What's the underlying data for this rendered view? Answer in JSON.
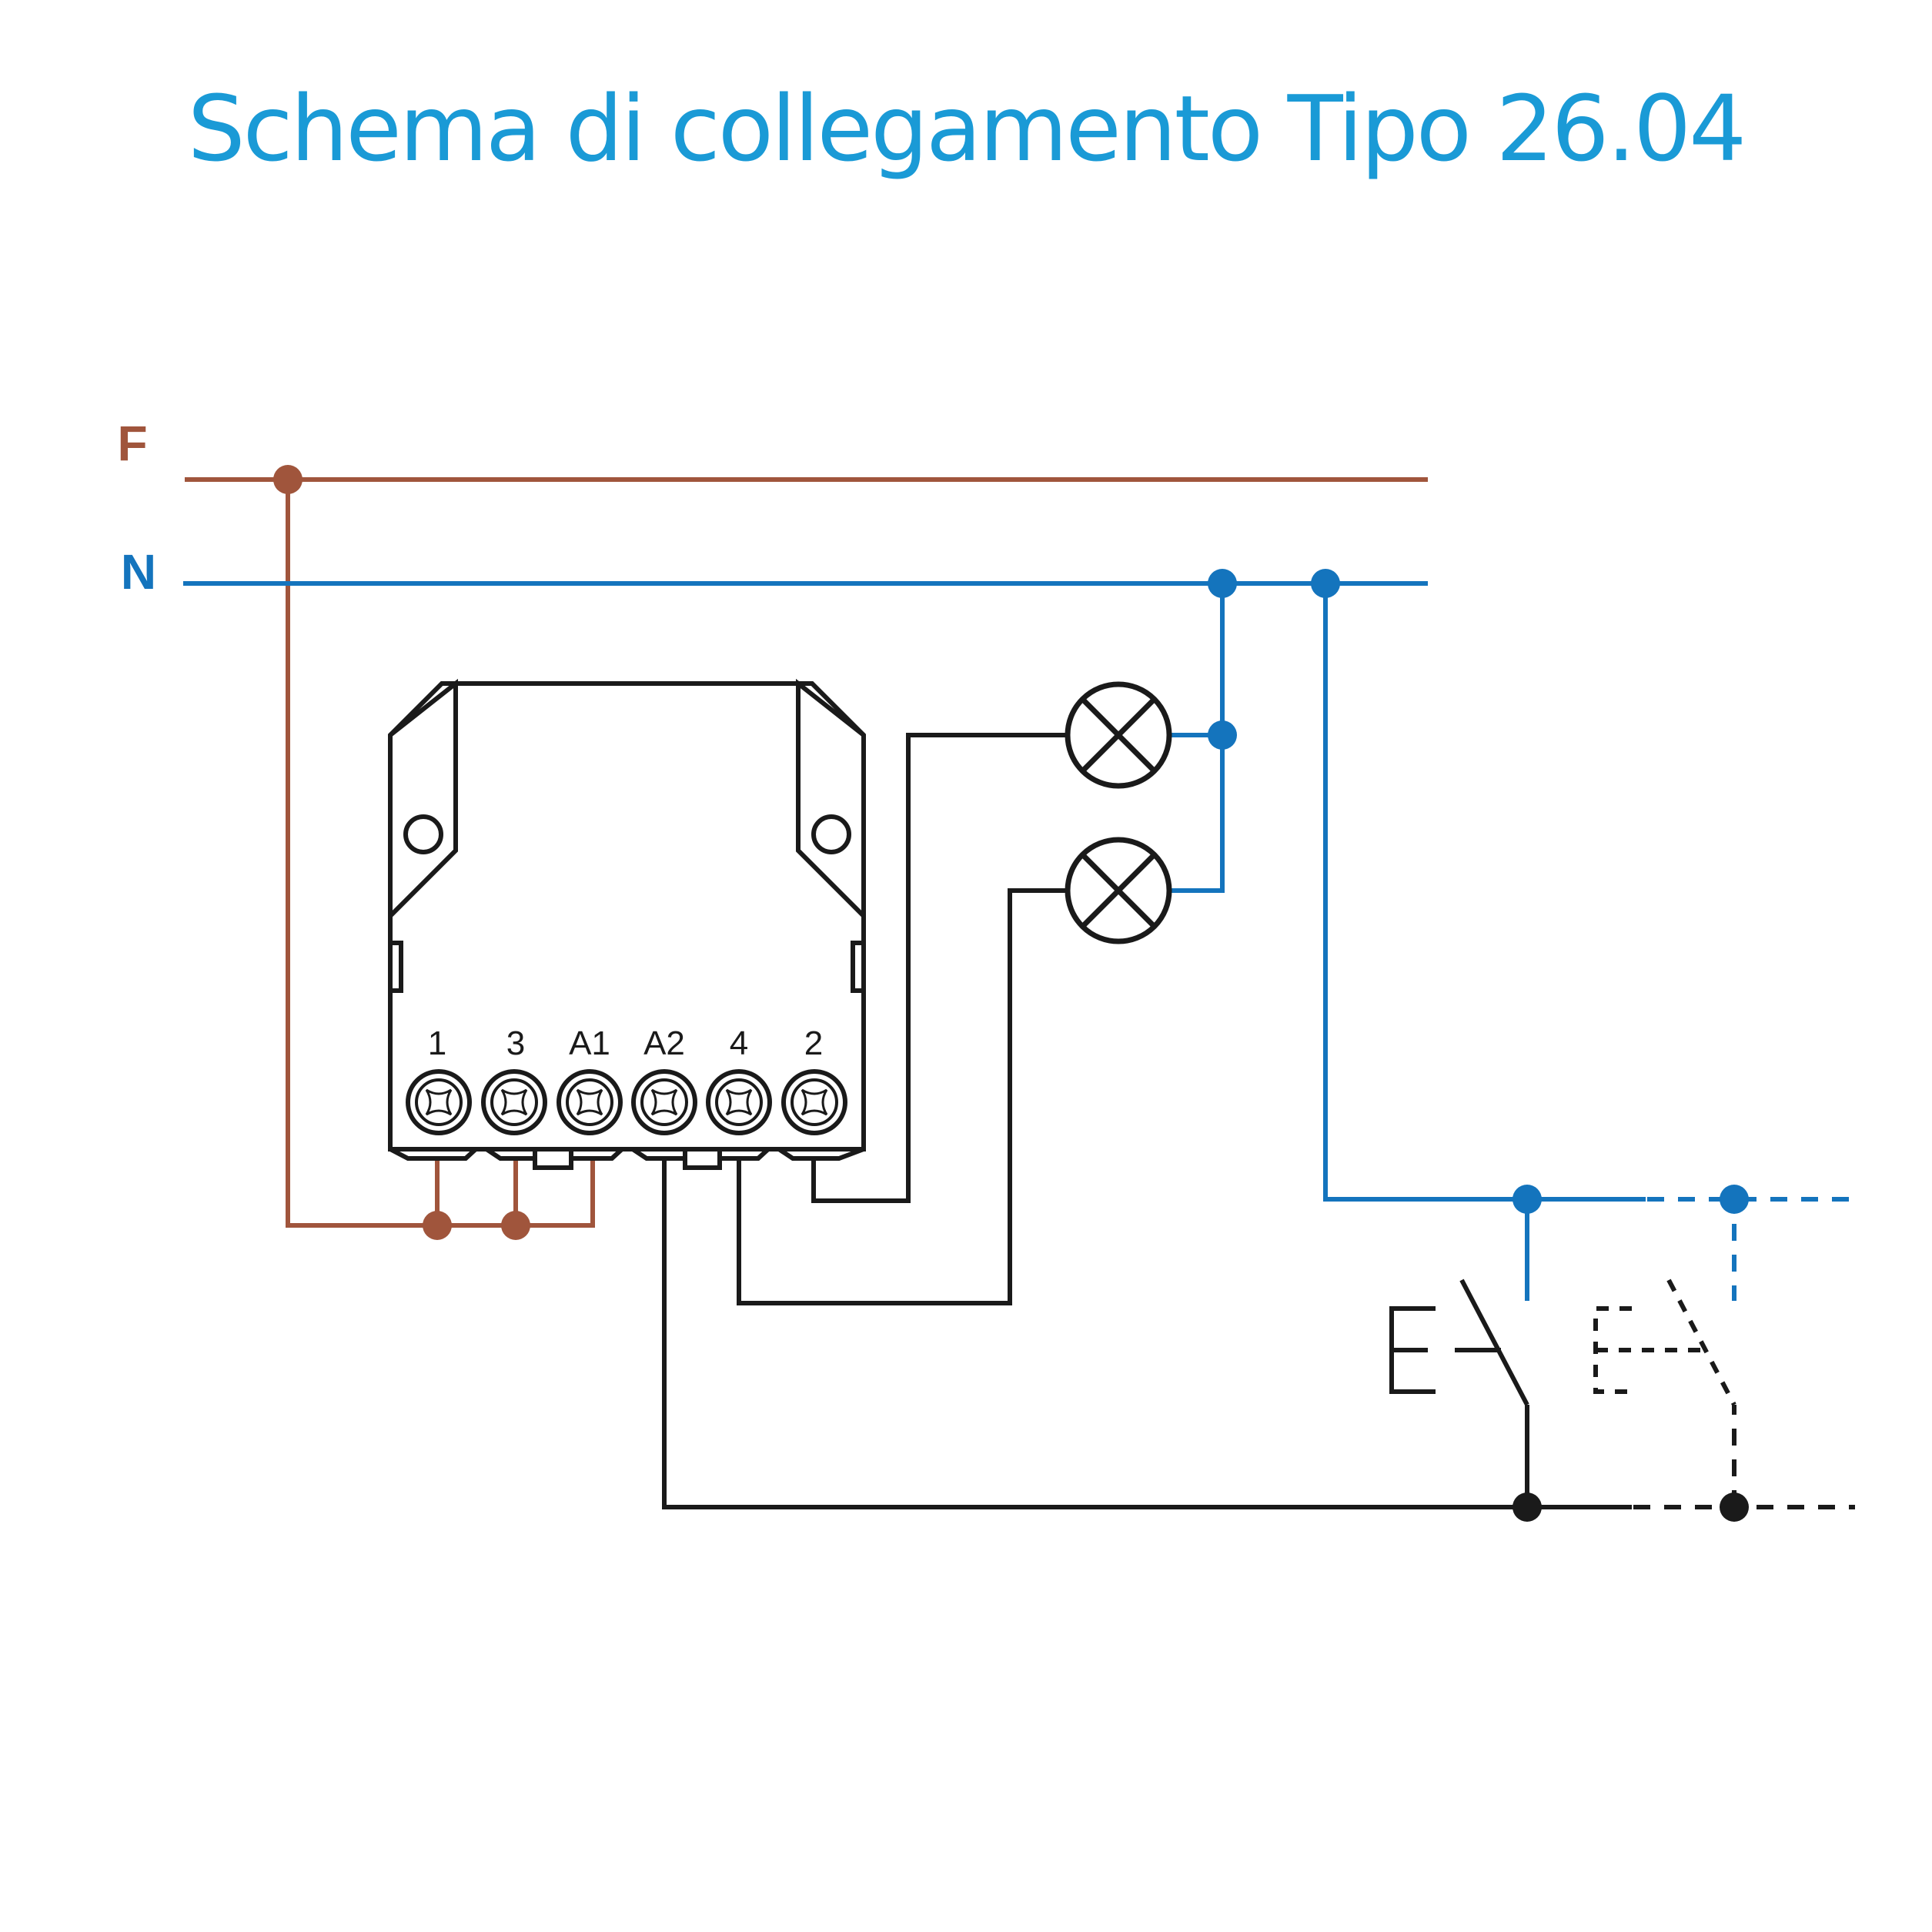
{
  "title": "Schema di collegamento Tipo 26.04",
  "rails": {
    "phase_label": "F",
    "neutral_label": "N"
  },
  "terminals": [
    "1",
    "3",
    "A1",
    "A2",
    "4",
    "2"
  ],
  "colors": {
    "title": "#1a9ad6",
    "phase": "#a0553c",
    "neutral": "#1474bd",
    "control": "#1a1a1a"
  },
  "components": {
    "relay": "relay-module",
    "lamps": [
      "lamp-1",
      "lamp-2"
    ],
    "pushbutton": "pushbutton-switch",
    "optional_pushbutton": "optional-pushbutton-switch"
  }
}
